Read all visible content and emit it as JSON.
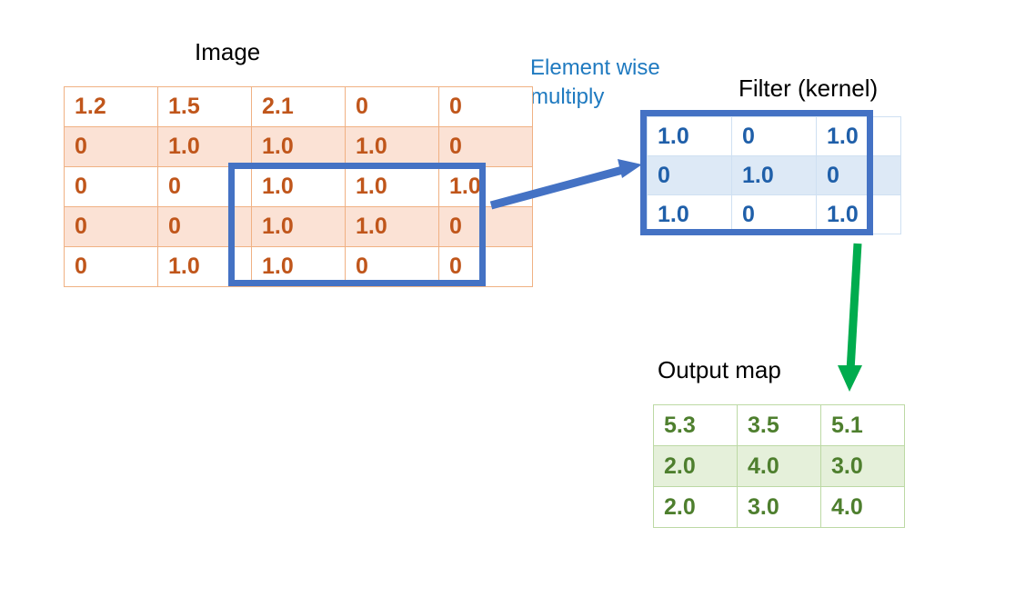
{
  "figure": {
    "title": "Convolution: element wise multiply of image patch and filter producing output map",
    "background": "#ffffff"
  },
  "headings": {
    "image": "Image",
    "filter": "Filter (kernel)",
    "output": "Output map"
  },
  "annotations": {
    "element_wise_line1": "Element wise",
    "element_wise_line2": "multiply"
  },
  "colors": {
    "image_text": "#c0561b",
    "image_border": "#f0b183",
    "image_shade": "#fbe2d5",
    "filter_text": "#1f5fa9",
    "filter_border": "#cfe0f2",
    "filter_shade": "#dde9f6",
    "filter_outline": "#4472c4",
    "output_text": "#4e7f2e",
    "output_border": "#bcd9a4",
    "output_shade": "#e5f0da",
    "annotation_blue": "#1f7ac0",
    "arrow_blue": "#4472c4",
    "arrow_green": "#00ac4e",
    "heading_black": "#000000"
  },
  "chart_data": {
    "type": "table",
    "title": "Convolution element wise multiply",
    "matrices": [
      {
        "name": "Image",
        "rows": 5,
        "cols": 5,
        "values": [
          [
            "1.2",
            "1.5",
            "2.1",
            "0",
            "0"
          ],
          [
            "0",
            "1.0",
            "1.0",
            "1.0",
            "0"
          ],
          [
            "0",
            "0",
            "1.0",
            "1.0",
            "1.0"
          ],
          [
            "0",
            "0",
            "1.0",
            "1.0",
            "0"
          ],
          [
            "0",
            "1.0",
            "1.0",
            "0",
            "0"
          ]
        ],
        "shaded_rows": [
          1,
          3
        ],
        "highlight_region": {
          "row_start": 2,
          "row_end": 4,
          "col_start": 2,
          "col_end": 4,
          "outline_color": "#4472c4"
        }
      },
      {
        "name": "Filter (kernel)",
        "rows": 3,
        "cols": 3,
        "values": [
          [
            "1.0",
            "0",
            "1.0"
          ],
          [
            "0",
            "1.0",
            "0"
          ],
          [
            "1.0",
            "0",
            "1.0"
          ]
        ],
        "shaded_rows": [
          1
        ]
      },
      {
        "name": "Output map",
        "rows": 3,
        "cols": 3,
        "values": [
          [
            "5.3",
            "3.5",
            "5.1"
          ],
          [
            "2.0",
            "4.0",
            "3.0"
          ],
          [
            "2.0",
            "3.0",
            "4.0"
          ]
        ],
        "shaded_rows": [
          1
        ]
      }
    ],
    "arrows": [
      {
        "name": "image-to-filter-arrow",
        "color": "#4472c4",
        "from": [
          540,
          226
        ],
        "to": [
          706,
          181
        ],
        "label": "Element wise multiply"
      },
      {
        "name": "filter-to-output-arrow",
        "color": "#00ac4e",
        "from": [
          943,
          268
        ],
        "to": [
          934,
          430
        ],
        "label": ""
      }
    ]
  }
}
